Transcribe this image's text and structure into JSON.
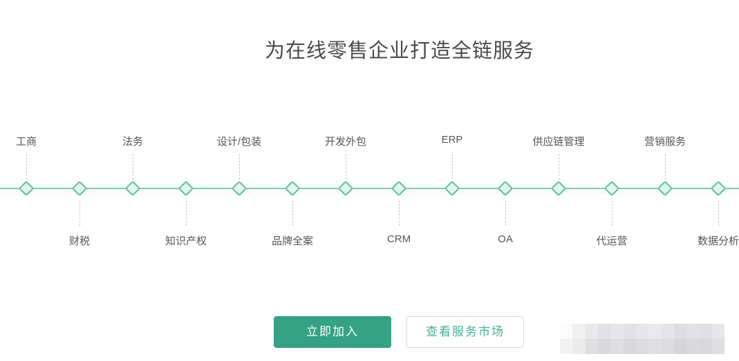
{
  "title": "为在线零售企业打造全链服务",
  "timeline": {
    "items": [
      {
        "label": "工商",
        "position": "top"
      },
      {
        "label": "财税",
        "position": "bottom"
      },
      {
        "label": "法务",
        "position": "top"
      },
      {
        "label": "知识产权",
        "position": "bottom"
      },
      {
        "label": "设计/包装",
        "position": "top"
      },
      {
        "label": "品牌全案",
        "position": "bottom"
      },
      {
        "label": "开发外包",
        "position": "top"
      },
      {
        "label": "CRM",
        "position": "bottom"
      },
      {
        "label": "ERP",
        "position": "top"
      },
      {
        "label": "OA",
        "position": "bottom"
      },
      {
        "label": "供应链管理",
        "position": "top"
      },
      {
        "label": "代运营",
        "position": "bottom"
      },
      {
        "label": "营销服务",
        "position": "top"
      },
      {
        "label": "数据分析",
        "position": "bottom"
      }
    ],
    "colors": {
      "line": "#7ecbb6",
      "diamond_border": "#5ec0a4",
      "diamond_fill": "#e1f4ed",
      "connector_dash": "#c9c9c9",
      "label_text": "#555657"
    }
  },
  "buttons": {
    "join_label": "立即加入",
    "market_label": "查看服务市场",
    "join_bg": "#35a283",
    "join_text_color": "#ffffff",
    "market_text_color": "#46b094"
  },
  "title_color": "#4b4b4b",
  "watermark": {
    "cell_shades": [
      "#fbfbfc",
      "#f0f0f1",
      "#e9e9eb",
      "#e2e2e4",
      "#e7e7e9",
      "#e2e2e4",
      "#e6e6e8",
      "#eaeaec",
      "#e5e5e7",
      "#dedee0",
      "#e2e2e4",
      "#e0e0e2",
      "#e7e7e9",
      "#f2f2f3",
      "#ebebec",
      "#dfdfe1",
      "#d9d9db",
      "#dedee0",
      "#d8d8da",
      "#dcdcde",
      "#e0e0e2",
      "#dddde0",
      "#d6d6d8",
      "#dadadc",
      "#d8d8da",
      "#dfdfe1"
    ]
  }
}
